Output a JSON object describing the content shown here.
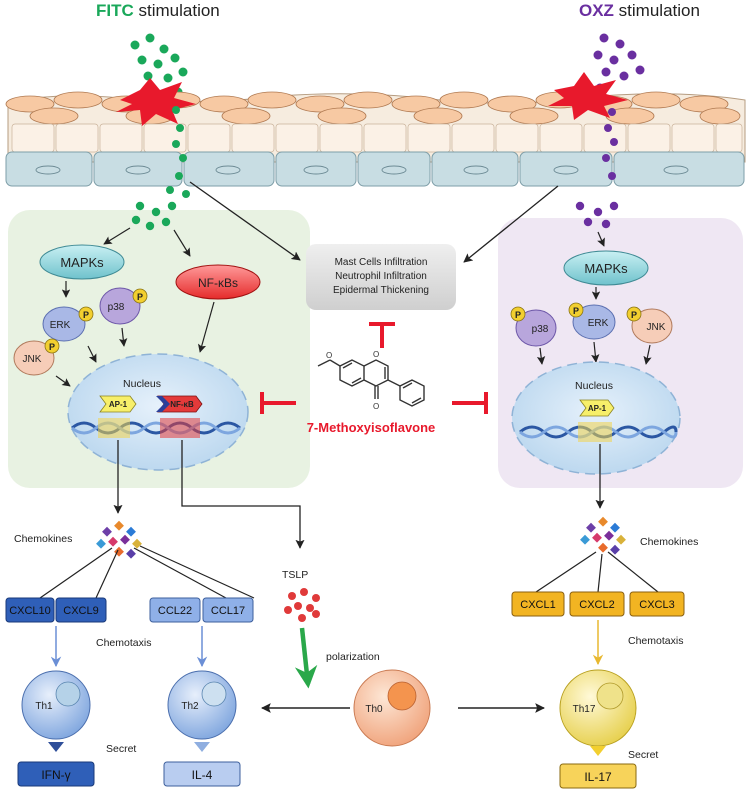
{
  "header": {
    "left": {
      "prefix": "FITC",
      "suffix": " stimulation"
    },
    "right": {
      "prefix": "OXZ",
      "suffix": " stimulation"
    }
  },
  "colors": {
    "fitc": "#1aa85a",
    "oxz": "#6a2fa0",
    "inhibit": "#e8192c",
    "left_panel": "#e8f2e2",
    "right_panel": "#efe7f3"
  },
  "left": {
    "mapks": "MAPKs",
    "erk": "ERK",
    "p38": "p38",
    "jnk": "JNK",
    "p_badge": "P",
    "nfkb": "NF-κBs",
    "nucleus": "Nucleus",
    "ap1": "AP-1",
    "nfkb_tag": "NF-κB",
    "chemokines": "Chemokines",
    "cxcl10": "CXCL10",
    "cxcl9": "CXCL9",
    "ccl22": "CCL22",
    "ccl17": "CCL17",
    "chemotaxis": "Chemotaxis",
    "th1": "Th1",
    "th2": "Th2",
    "secret": "Secret",
    "ifng": "IFN-γ",
    "il4": "IL-4"
  },
  "center": {
    "effects": [
      "Mast Cells Infiltration",
      "Neutrophil Infiltration",
      "Epidermal Thickening"
    ],
    "compound": "7-Methoxyisoflavone",
    "tslp": "TSLP",
    "polarization": "polarization",
    "th0": "Th0"
  },
  "right": {
    "mapks": "MAPKs",
    "p38": "p38",
    "erk": "ERK",
    "jnk": "JNK",
    "p_badge": "P",
    "nucleus": "Nucleus",
    "ap1": "AP-1",
    "chemokines": "Chemokines",
    "cxcl1": "CXCL1",
    "cxcl2": "CXCL2",
    "cxcl3": "CXCL3",
    "chemotaxis": "Chemotaxis",
    "th17": "Th17",
    "secret": "Secret",
    "il17": "IL-17"
  }
}
